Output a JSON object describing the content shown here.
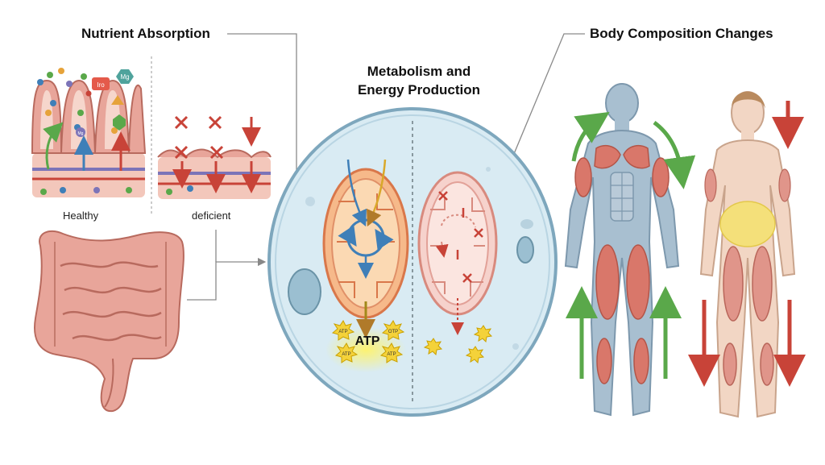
{
  "titles": {
    "absorption": "Nutrient Absorption",
    "metabolism_line1": "Metabolism and",
    "metabolism_line2": "Energy Production",
    "body": "Body Composition Changes"
  },
  "labels": {
    "healthy": "Healthy",
    "deficient": "deficient"
  },
  "badges": {
    "iron": "Iro",
    "magnesium": "Mg",
    "mg_small": "Mg"
  },
  "atp": {
    "main": "ATP",
    "star1": "ATP",
    "star2": "OTP",
    "star3": "ATP",
    "star4": "ATP"
  },
  "colors": {
    "villi": "#e8a59a",
    "tissue": "#f3c7bb",
    "mito_healthy": "#f6b98a",
    "mito_deficient": "#f6d2cc",
    "cell": "#d9ebf3",
    "arrow_green": "#5aa84a",
    "arrow_red": "#c84338",
    "arrow_blue": "#3f7fb8",
    "body_muscular": "#a8bfd0",
    "body_deficient": "#f2d6c4",
    "fat": "#f4e07a"
  }
}
